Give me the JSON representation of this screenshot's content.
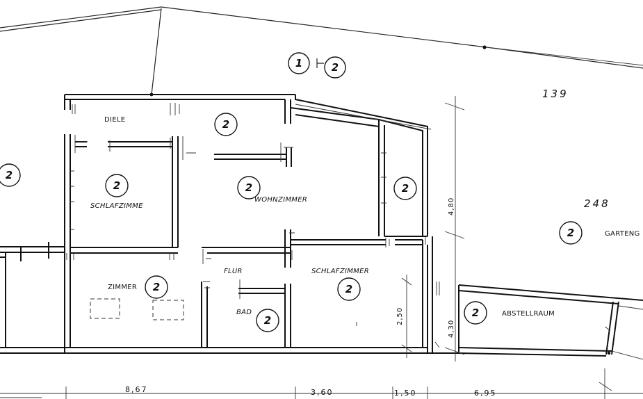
{
  "rooms": {
    "diele": "DIELE",
    "wohnzimmer": "WOHNZIMMER",
    "schlafzimmer_left": "SCHLAFZIMME",
    "schlafzimmer_right": "SCHLAFZIMMER",
    "zimmer": "ZIMMER",
    "flur": "FLUR",
    "bad": "BAD",
    "abstellraum": "ABSTELLRAUM",
    "garten": "GARTENG"
  },
  "markers": {
    "top_one": "1",
    "top_two": "2",
    "diele": "2",
    "left_edge": "2",
    "schlafzimmer_left": "2",
    "wohnzimmer": "2",
    "right_room": "2",
    "garten": "2",
    "zimmer": "2",
    "schlafzimmer_right": "2",
    "bad": "2",
    "abstellraum": "2"
  },
  "parcels": {
    "p139": "139",
    "p248": "248"
  },
  "dimensions": {
    "bottom": [
      "8,67",
      "3,60",
      "1,50",
      "6,95"
    ],
    "vertical_480": "4,80",
    "vertical_250": "2,50",
    "vertical_430": "4,30"
  }
}
